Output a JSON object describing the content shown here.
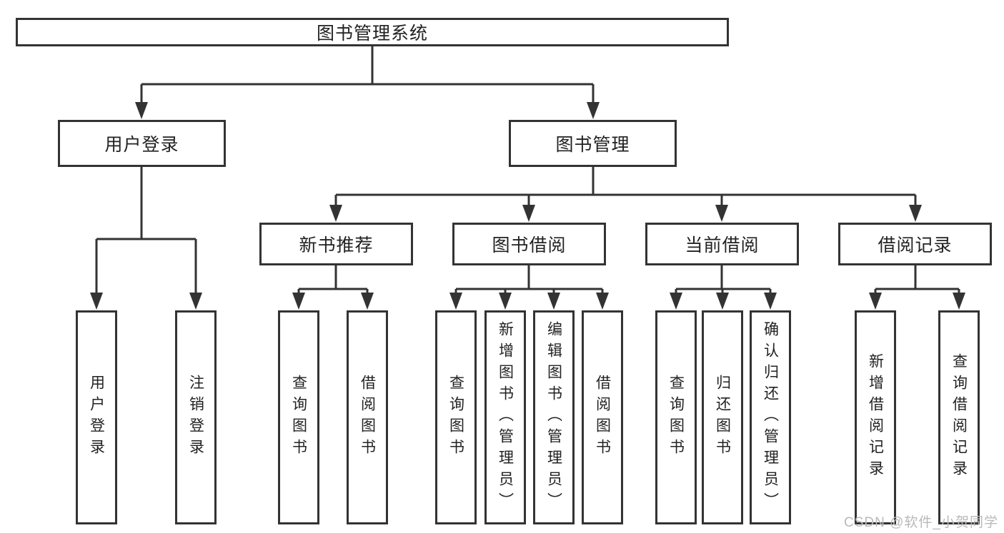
{
  "diagram": {
    "root": "图书管理系统",
    "user_login": {
      "label": "用户登录",
      "children": [
        "用户登录",
        "注销登录"
      ]
    },
    "book_mgmt": {
      "label": "图书管理"
    },
    "new_book": {
      "label": "新书推荐",
      "children": [
        "查询图书",
        "借阅图书"
      ]
    },
    "book_borrow": {
      "label": "图书借阅",
      "children": [
        "查询图书",
        "新增图书（管理员）",
        "编辑图书（管理员）",
        "借阅图书"
      ]
    },
    "current_borrow": {
      "label": "当前借阅",
      "children": [
        "查询图书",
        "归还图书",
        "确认归还（管理员）"
      ]
    },
    "borrow_records": {
      "label": "借阅记录",
      "children": [
        "新增借阅记录",
        "查询借阅记录"
      ]
    }
  },
  "colors": {
    "line": "#333333",
    "text": "#222222",
    "watermark": "#b9b9b9",
    "background": "#ffffff"
  },
  "watermark": "CSDN @软件_小贺同学"
}
